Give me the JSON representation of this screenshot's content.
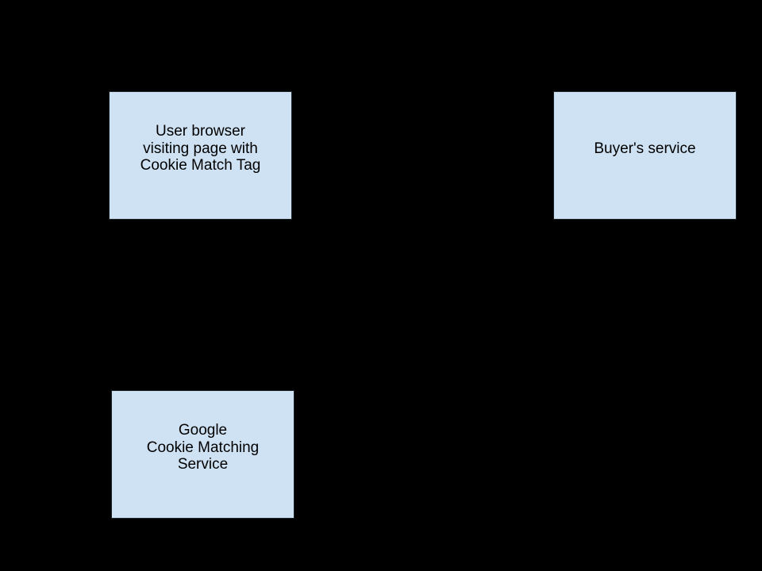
{
  "colors": {
    "canvas-bg": "#000000",
    "node-fill": "#cfe2f3",
    "node-border": "#1c2329",
    "node-text": "#000000"
  },
  "nodes": {
    "user_browser": {
      "lines": [
        "User browser",
        "visiting page with",
        "Cookie Match Tag"
      ]
    },
    "buyers_service": {
      "lines": [
        "Buyer's service"
      ]
    },
    "google_cms": {
      "lines": [
        "Google",
        "Cookie Matching",
        "Service"
      ]
    }
  }
}
